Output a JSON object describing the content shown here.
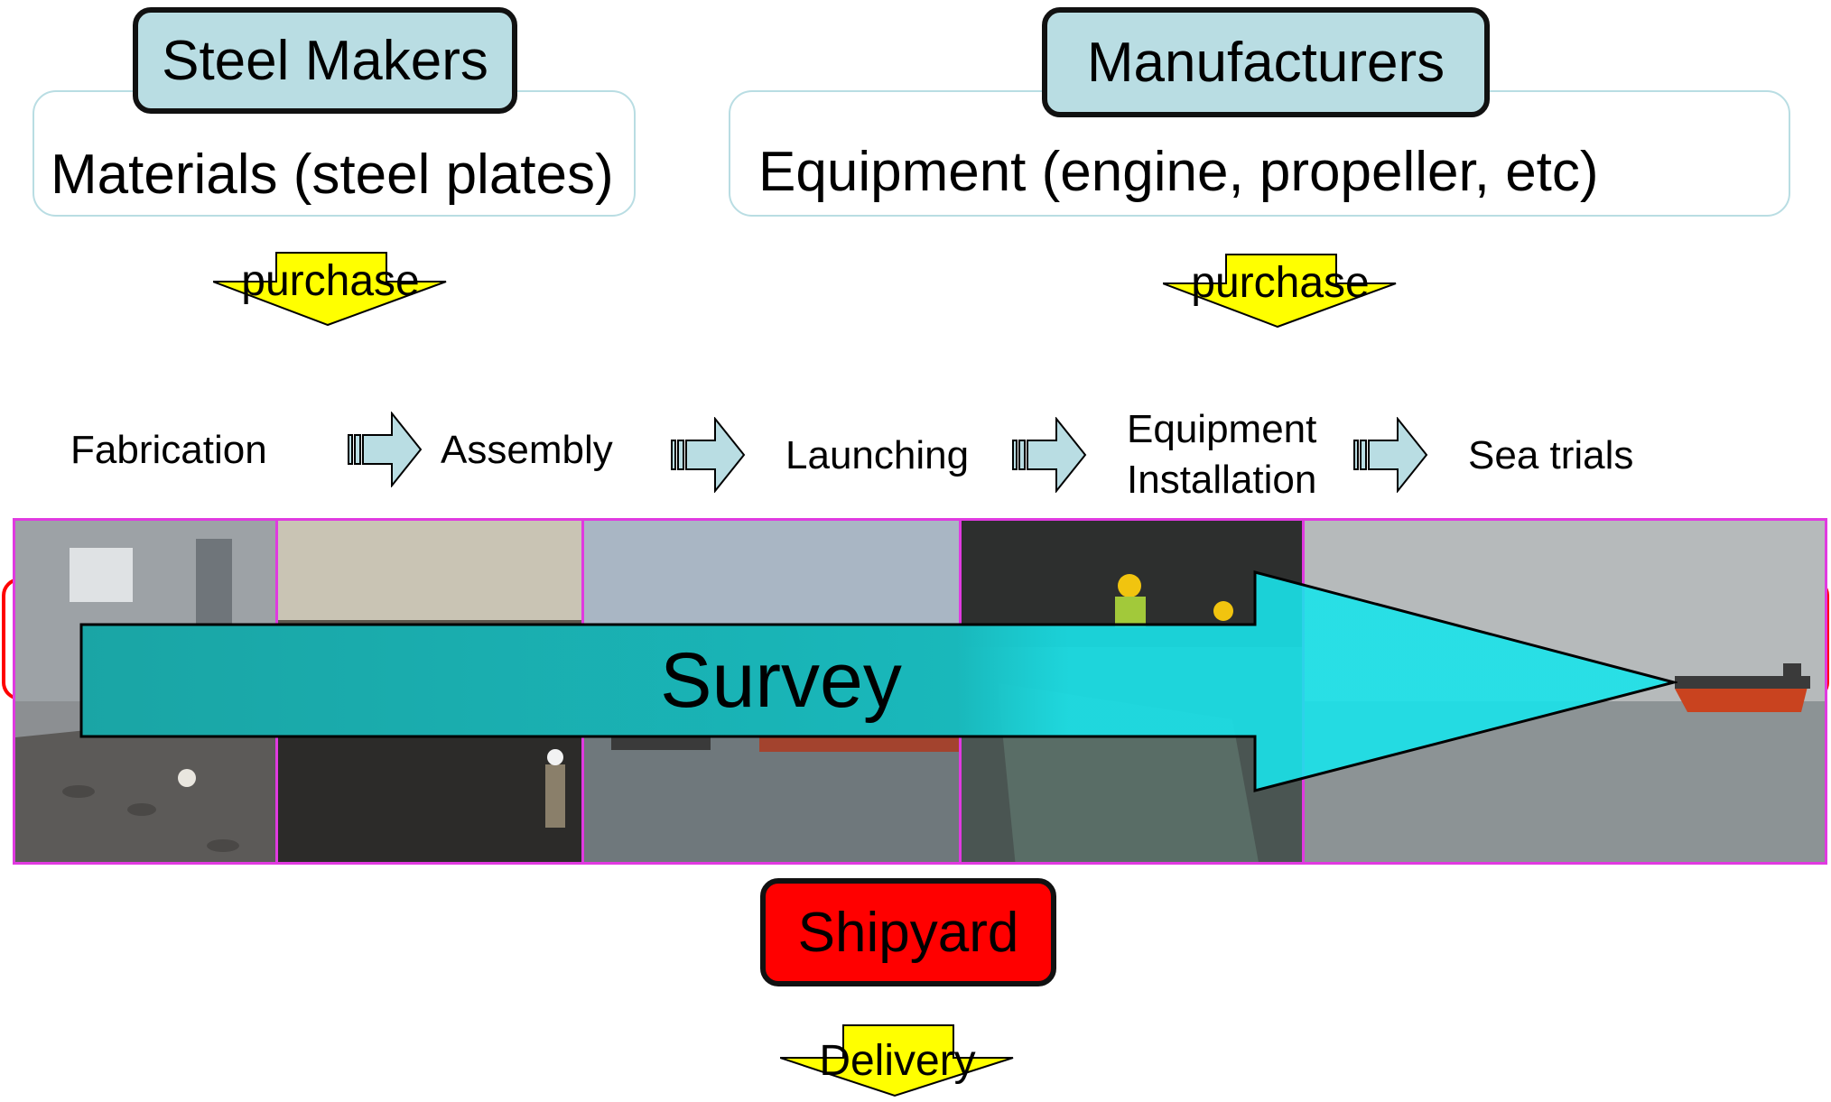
{
  "suppliers": {
    "steel_makers": {
      "title": "Steel Makers",
      "item": "Materials (steel plates)"
    },
    "manufacturers": {
      "title": "Manufacturers",
      "item": "Equipment (engine, propeller, etc)"
    }
  },
  "purchase_label": "purchase",
  "stages": [
    "Fabrication",
    "Assembly",
    "Launching",
    "Equipment Installation",
    "Sea trials"
  ],
  "survey_label": "Survey",
  "shipyard_label": "Shipyard",
  "delivery_label": "Delivery",
  "colors": {
    "supplier_fill": "#b9dde3",
    "shipyard_fill": "#ff0000",
    "purchase_arrow": "#ffff00",
    "survey_arrow_dark": "#1aa5a5",
    "survey_arrow_light": "#19e3ea",
    "photo_border": "#e03ae0"
  }
}
